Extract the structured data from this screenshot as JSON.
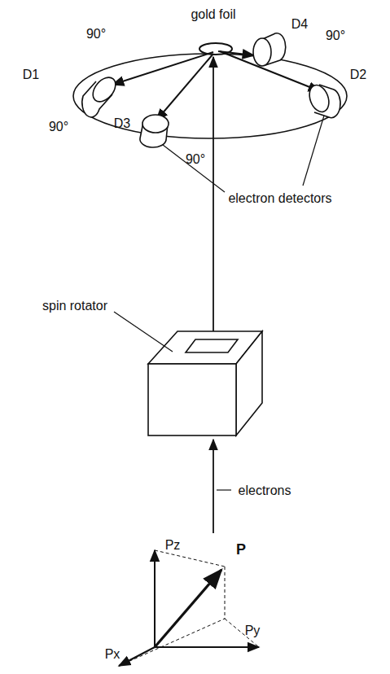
{
  "diagram": {
    "labels": [
      "gold foil",
      "90°",
      "90°",
      "90°",
      "90°",
      "D1",
      "D2",
      "D3",
      "D4",
      "electron detectors",
      "spin rotator",
      "electrons",
      "Pz",
      "P",
      "Px",
      "Py"
    ]
  }
}
